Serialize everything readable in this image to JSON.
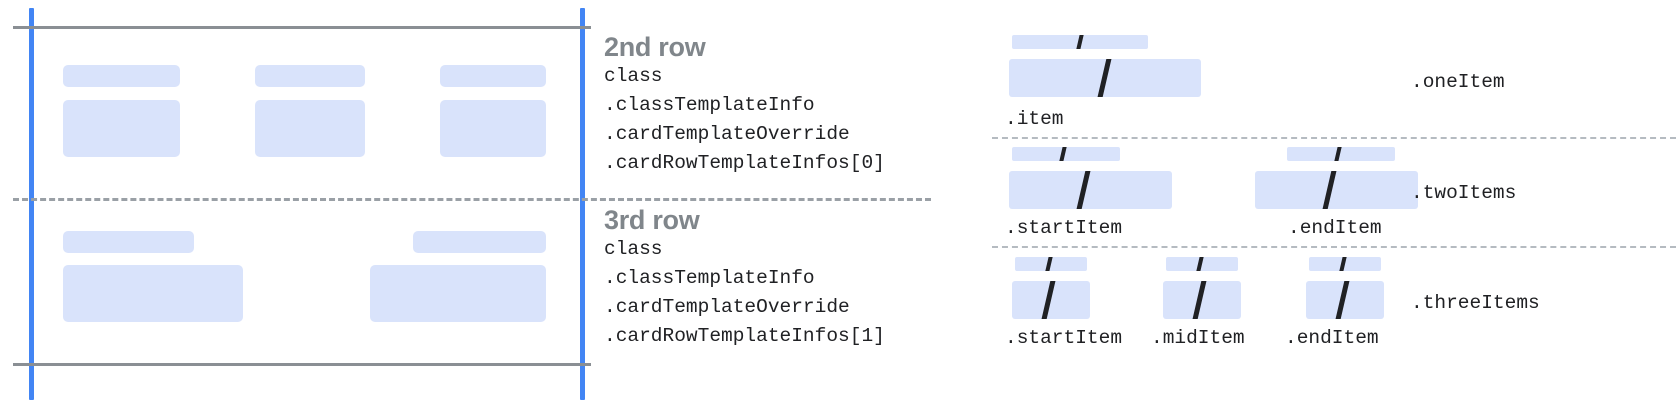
{
  "colors": {
    "accent_blue": "#4285f4",
    "block_fill": "#d9e3fb",
    "rule_gray": "#8a8f94",
    "dashed_gray": "#9aa0a6",
    "title_gray": "#80868b",
    "text_dark": "#202124",
    "slash_dark": "#202124",
    "background": "#ffffff"
  },
  "left_diagram": {
    "name": "card-row-layout-preview",
    "rows": [
      {
        "name": "second-row-preview",
        "items": [
          {
            "caption_block": true,
            "body_block": true
          },
          {
            "caption_block": true,
            "body_block": true
          },
          {
            "caption_block": true,
            "body_block": true
          }
        ]
      },
      {
        "name": "third-row-preview",
        "items": [
          {
            "caption_block": true,
            "body_block": true
          },
          {
            "caption_block": true,
            "body_block": true
          }
        ]
      }
    ]
  },
  "row_infos": [
    {
      "title": "2nd row",
      "code_lines": [
        "class",
        ".classTemplateInfo",
        ".cardTemplateOverride",
        ".cardRowTemplateInfos[0]"
      ]
    },
    {
      "title": "3rd row",
      "code_lines": [
        "class",
        ".classTemplateInfo",
        ".cardTemplateOverride",
        ".cardRowTemplateInfos[1]"
      ]
    }
  ],
  "right_panel": {
    "groups": [
      {
        "group_label": ".oneItem",
        "items": [
          {
            "label": ".item",
            "glyph": "slash"
          }
        ]
      },
      {
        "group_label": ".twoItems",
        "items": [
          {
            "label": ".startItem",
            "glyph": "slash"
          },
          {
            "label": ".endItem",
            "glyph": "slash"
          }
        ]
      },
      {
        "group_label": ".threeItems",
        "items": [
          {
            "label": ".startItem",
            "glyph": "slash"
          },
          {
            "label": ".midItem",
            "glyph": "slash"
          },
          {
            "label": ".endItem",
            "glyph": "slash"
          }
        ]
      }
    ]
  }
}
